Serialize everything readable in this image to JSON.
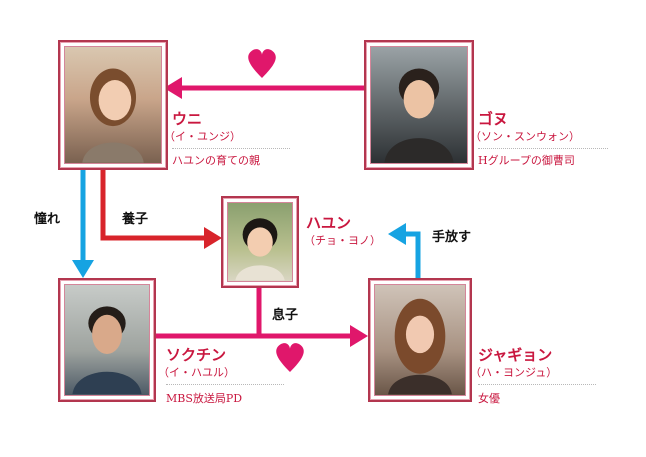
{
  "people": {
    "uni": {
      "name": "ウニ",
      "actor": "（イ・ユンジ）",
      "role": "ハユンの育ての親"
    },
    "gonu": {
      "name": "ゴヌ",
      "actor": "（ソン・スンウォン）",
      "role": "Hグループの御曹司"
    },
    "hayun": {
      "name": "ハユン",
      "actor": "（チョ・ヨノ）",
      "role": ""
    },
    "sokchin": {
      "name": "ソクチン",
      "actor": "（イ・ハユル）",
      "role": "MBS放送局PD"
    },
    "jagyon": {
      "name": "ジャギョン",
      "actor": "（ハ・ヨンジュ）",
      "role": "女優"
    }
  },
  "relations": {
    "longing": "憧れ",
    "adopted": "養子",
    "son": "息子",
    "gave_up": "手放す"
  },
  "colors": {
    "pink": "#e0176b",
    "red": "#d8242b",
    "blue": "#16a3e2",
    "frame": "#b3364f"
  }
}
